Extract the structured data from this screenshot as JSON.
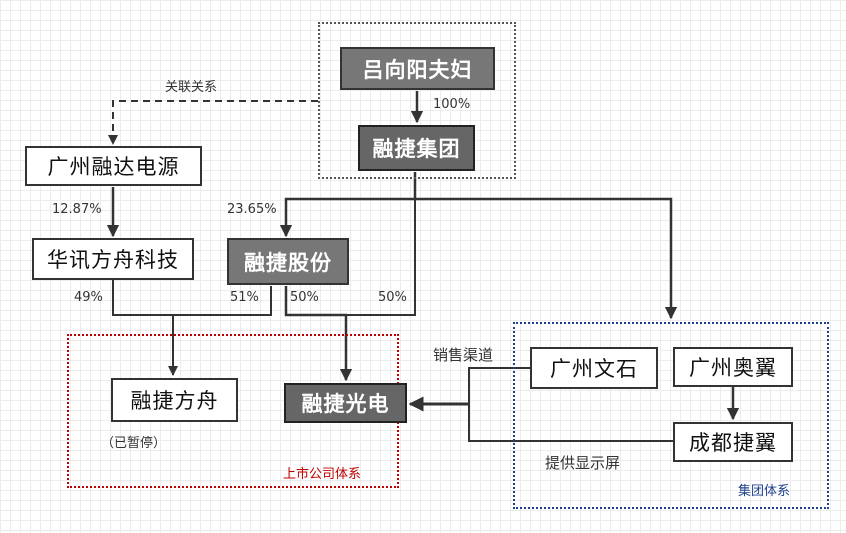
{
  "nodes": {
    "lv": "吕向阳夫妇",
    "rongjie_group": "融捷集团",
    "guangzhou_rongda": "广州融达电源",
    "huaxun": "华讯方舟科技",
    "rongjie_shares": "融捷股份",
    "rongjie_fangzhou": "融捷方舟",
    "rongjie_guangdian": "融捷光电",
    "guangzhou_wenshi": "广州文石",
    "guangzhou_aoyi": "广州奥翼",
    "chengdu_jieyi": "成都捷翼"
  },
  "labels": {
    "related": "关联关系",
    "pct_100": "100%",
    "pct_1287": "12.87%",
    "pct_2365": "23.65%",
    "pct_49": "49%",
    "pct_51": "51%",
    "pct_50a": "50%",
    "pct_50b": "50%",
    "suspended": "（已暂停）",
    "sales_channel": "销售渠道",
    "display_supply": "提供显示屏",
    "listed_system": "上市公司体系",
    "group_system": "集团体系"
  },
  "colors": {
    "line": "#333333",
    "listed_frame": "#c00000",
    "group_frame": "#1f3f8f",
    "top_frame": "#555555",
    "box_dark": "#777777"
  }
}
